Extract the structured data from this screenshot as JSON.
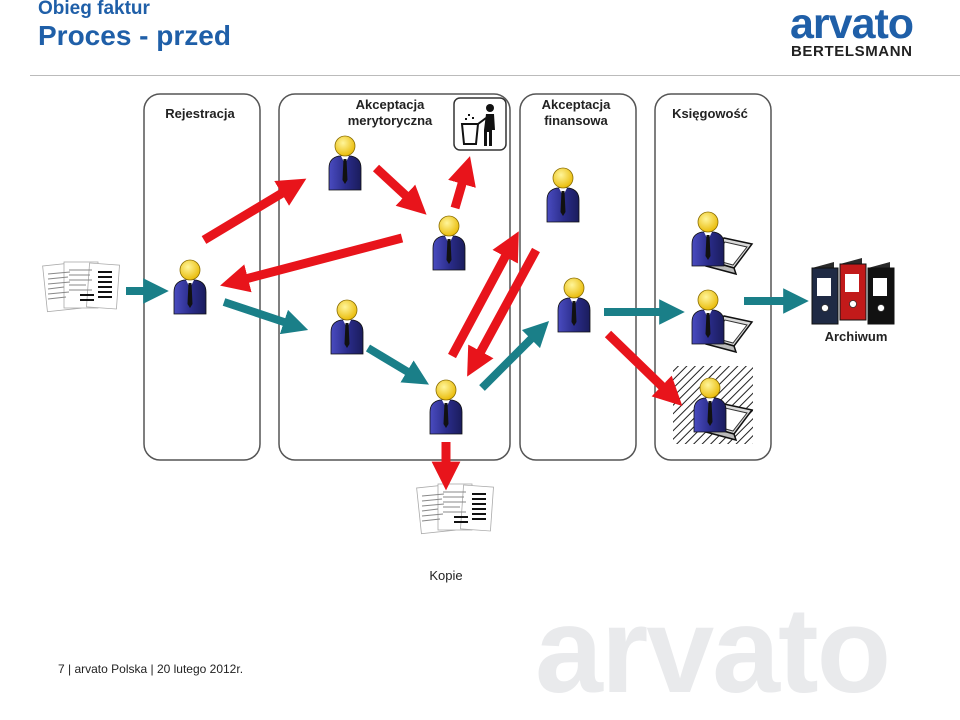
{
  "header": {
    "subtitle": "Obieg faktur",
    "title": "Proces - przed"
  },
  "logo": {
    "name": "arvato",
    "sub": "BERTELSMANN"
  },
  "lanes": [
    {
      "line1": "Rejestracja",
      "line2": ""
    },
    {
      "line1": "Akceptacja",
      "line2": "merytoryczna"
    },
    {
      "line1": "Akceptacja",
      "line2": "finansowa"
    },
    {
      "line1": "Księgowość",
      "line2": ""
    }
  ],
  "labels": {
    "archive": "Archiwum",
    "copies": "Kopie"
  },
  "footer": {
    "text": "7 | arvato  Polska | 20 lutego 2012r."
  },
  "watermark": "arvato",
  "colors": {
    "brand_blue": "#1f5fa8",
    "red_arrow": "#e8141b",
    "teal_arrow": "#1a7f88",
    "person_suit": "#2b2d8c",
    "person_head": "#f5d000"
  }
}
